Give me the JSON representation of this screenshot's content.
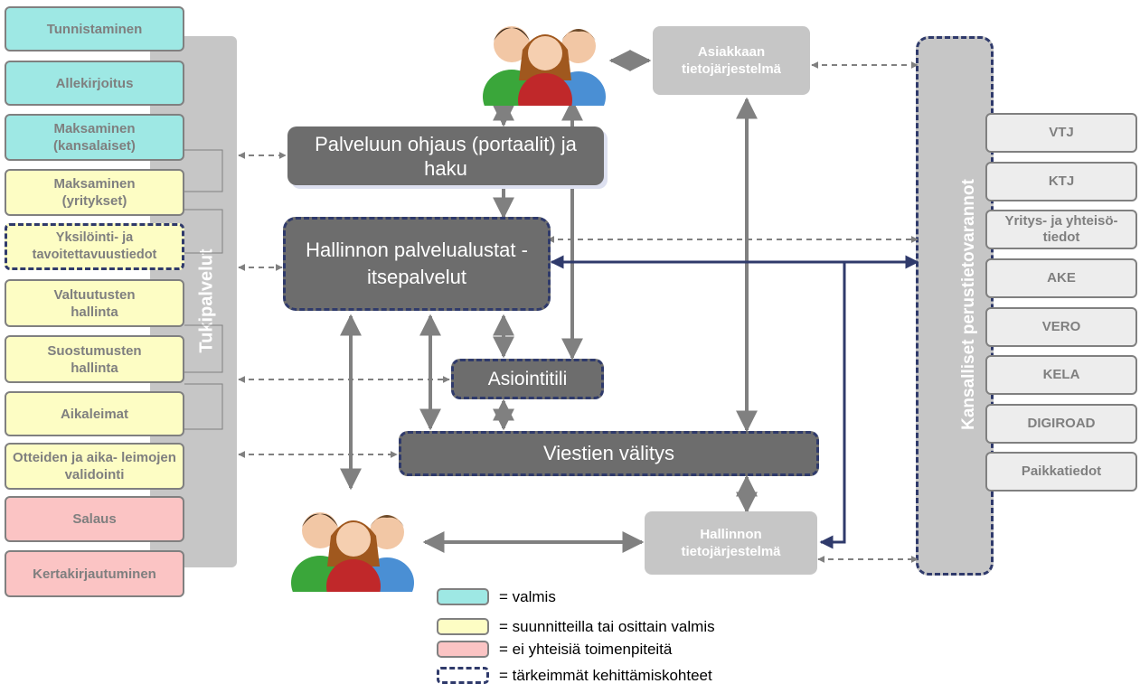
{
  "support_services": {
    "vertical_label": "Tukipalvelut",
    "items": [
      {
        "label": "Tunnistaminen",
        "status": "valmis"
      },
      {
        "label": "Allekirjoitus",
        "status": "valmis"
      },
      {
        "label": "Maksaminen (kansalaiset)",
        "status": "valmis"
      },
      {
        "label": "Maksaminen (yritykset)",
        "status": "suunnitteilla"
      },
      {
        "label": "Yksilöinti- ja tavoitettavuustiedot",
        "status": "suunnitteilla",
        "key_target": true
      },
      {
        "label": "Valtuutusten hallinta",
        "status": "suunnitteilla"
      },
      {
        "label": "Suostumusten hallinta",
        "status": "suunnitteilla"
      },
      {
        "label": "Aikaleimat",
        "status": "suunnitteilla"
      },
      {
        "label": "Otteiden ja aika- leimojen validointi",
        "status": "suunnitteilla"
      },
      {
        "label": "Salaus",
        "status": "ei"
      },
      {
        "label": "Kertakirjautuminen",
        "status": "ei"
      }
    ]
  },
  "center": {
    "portal": "Palveluun ohjaus (portaalit) ja haku",
    "platform": "Hallinnon palvelualustat - itsepalvelut",
    "account": "Asiointitili",
    "messaging": "Viestien välitys",
    "customer_system": "Asiakkaan tietojärjestelmä",
    "admin_system": "Hallinnon tietojärjestelmä"
  },
  "registries": {
    "vertical_label": "Kansalliset perustietovarannot",
    "items": [
      "VTJ",
      "KTJ",
      "Yritys- ja yhteisö- tiedot",
      "AKE",
      "VERO",
      "KELA",
      "DIGIROAD",
      "Paikkatiedot"
    ]
  },
  "legend": [
    {
      "label": "= valmis",
      "color": "#9ee8e4"
    },
    {
      "label": "= suunnitteilla tai osittain valmis",
      "color": "#fdfdc4"
    },
    {
      "label": "= ei yhteisiä toimenpiteitä",
      "color": "#fbc4c4"
    },
    {
      "label": "= tärkeimmät kehittämiskohteet",
      "color": "#2f3a6b"
    }
  ],
  "colors": {
    "dark_box": "#6d6d6d",
    "gray_box": "#c6c6c6",
    "arrow_gray": "#808080",
    "arrow_navy": "#2f3a6b"
  },
  "icons": [
    "people-group-icon"
  ]
}
